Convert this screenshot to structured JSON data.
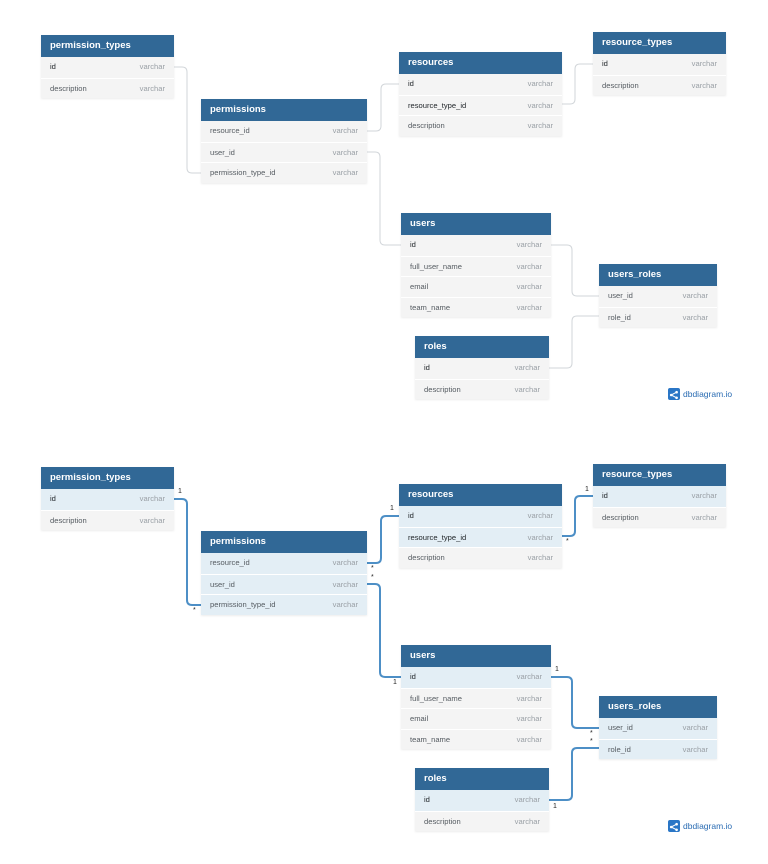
{
  "tables": {
    "permission_types": {
      "name": "permission_types",
      "fields": [
        {
          "name": "id",
          "type": "varchar"
        },
        {
          "name": "description",
          "type": "varchar"
        }
      ]
    },
    "permissions": {
      "name": "permissions",
      "fields": [
        {
          "name": "resource_id",
          "type": "varchar"
        },
        {
          "name": "user_id",
          "type": "varchar"
        },
        {
          "name": "permission_type_id",
          "type": "varchar"
        }
      ]
    },
    "resources": {
      "name": "resources",
      "fields": [
        {
          "name": "id",
          "type": "varchar"
        },
        {
          "name": "resource_type_id",
          "type": "varchar"
        },
        {
          "name": "description",
          "type": "varchar"
        }
      ]
    },
    "resource_types": {
      "name": "resource_types",
      "fields": [
        {
          "name": "id",
          "type": "varchar"
        },
        {
          "name": "description",
          "type": "varchar"
        }
      ]
    },
    "users": {
      "name": "users",
      "fields": [
        {
          "name": "id",
          "type": "varchar"
        },
        {
          "name": "full_user_name",
          "type": "varchar"
        },
        {
          "name": "email",
          "type": "varchar"
        },
        {
          "name": "team_name",
          "type": "varchar"
        }
      ]
    },
    "users_roles": {
      "name": "users_roles",
      "fields": [
        {
          "name": "user_id",
          "type": "varchar"
        },
        {
          "name": "role_id",
          "type": "varchar"
        }
      ]
    },
    "roles": {
      "name": "roles",
      "fields": [
        {
          "name": "id",
          "type": "varchar"
        },
        {
          "name": "description",
          "type": "varchar"
        }
      ]
    }
  },
  "cardinality": {
    "one": "1",
    "many": "*"
  },
  "brand": {
    "label": "dbdiagram.io"
  },
  "colors": {
    "header": "#316896",
    "link_idle": "#d2d6da",
    "link_active": "#4d8fc6",
    "row_bg": "#f4f4f4",
    "row_highlight": "#e3eef5"
  }
}
